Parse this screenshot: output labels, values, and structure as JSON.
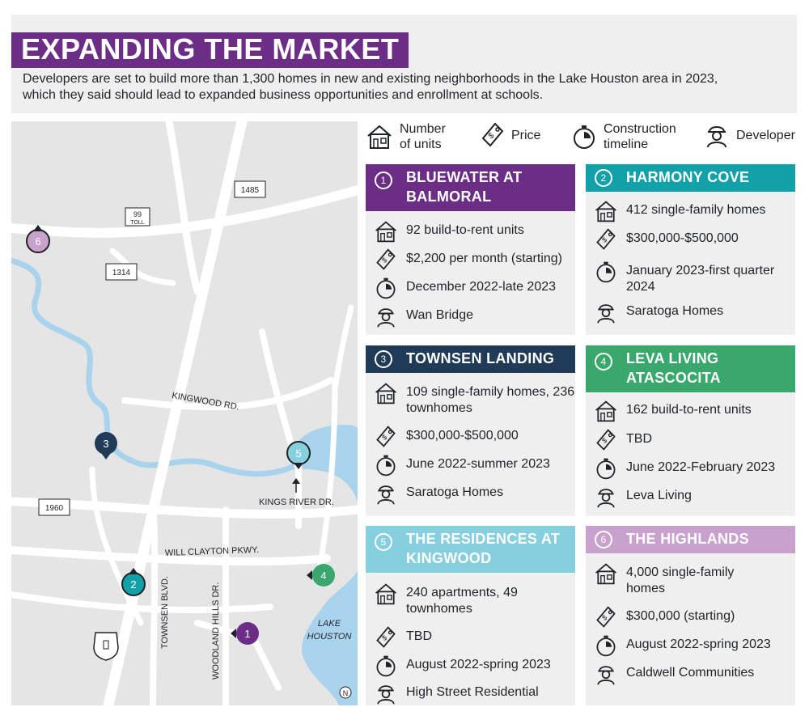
{
  "title": "EXPANDING THE MARKET",
  "intro": "Developers are set to build more than 1,300 homes in new and existing neighborhoods in the Lake Houston area in 2023, which they said should lead to expanded business opportunities and enrollment at schools.",
  "legend": {
    "units": "Number of units",
    "price": "Price",
    "timeline": "Construction timeline",
    "developer": "Developer"
  },
  "map": {
    "roads": [
      "KINGWOOD RD.",
      "KINGS RIVER DR.",
      "WILL CLAYTON PKWY.",
      "TOWNSEN BLVD.",
      "WOODLAND HILLS DR."
    ],
    "shields": [
      "1485",
      "99",
      "TOLL",
      "1314",
      "1960"
    ],
    "lake": [
      "LAKE",
      "HOUSTON"
    ],
    "north": "N",
    "markers": [
      "1",
      "2",
      "3",
      "4",
      "5",
      "6"
    ]
  },
  "colors": {
    "purple": "#6b2d86",
    "teal": "#12a1a8",
    "navy": "#1f3b57",
    "green": "#3aa86d",
    "light_blue": "#86cfdf",
    "lavender": "#c8a2cd",
    "water": "#a9d3ec"
  },
  "projects": [
    {
      "num": "1",
      "name": "BLUEWATER AT BALMORAL",
      "units": "92 build-to-rent units",
      "price": "$2,200 per month (starting)",
      "timeline": "December 2022-late 2023",
      "developer": "Wan Bridge"
    },
    {
      "num": "2",
      "name": "HARMONY COVE",
      "units": "412 single-family homes",
      "price": "$300,000-$500,000",
      "timeline": "January 2023-first quarter 2024",
      "developer": "Saratoga Homes"
    },
    {
      "num": "3",
      "name": "TOWNSEN LANDING",
      "units": "109 single-family homes, 236 townhomes",
      "price": "$300,000-$500,000",
      "timeline": "June 2022-summer 2023",
      "developer": "Saratoga Homes"
    },
    {
      "num": "4",
      "name": "LEVA LIVING ATASCOCITA",
      "units": "162 build-to-rent units",
      "price": "TBD",
      "timeline": "June 2022-February 2023",
      "developer": "Leva Living"
    },
    {
      "num": "5",
      "name": "THE RESIDENCES AT KINGWOOD",
      "units": "240 apartments, 49 townhomes",
      "price": "TBD",
      "timeline": "August 2022-spring 2023",
      "developer": "High Street Residential"
    },
    {
      "num": "6",
      "name": "THE HIGHLANDS",
      "units": "4,000 single-family homes",
      "price": "$300,000 (starting)",
      "timeline": "August 2022-spring 2023",
      "developer": "Caldwell Communities"
    }
  ]
}
